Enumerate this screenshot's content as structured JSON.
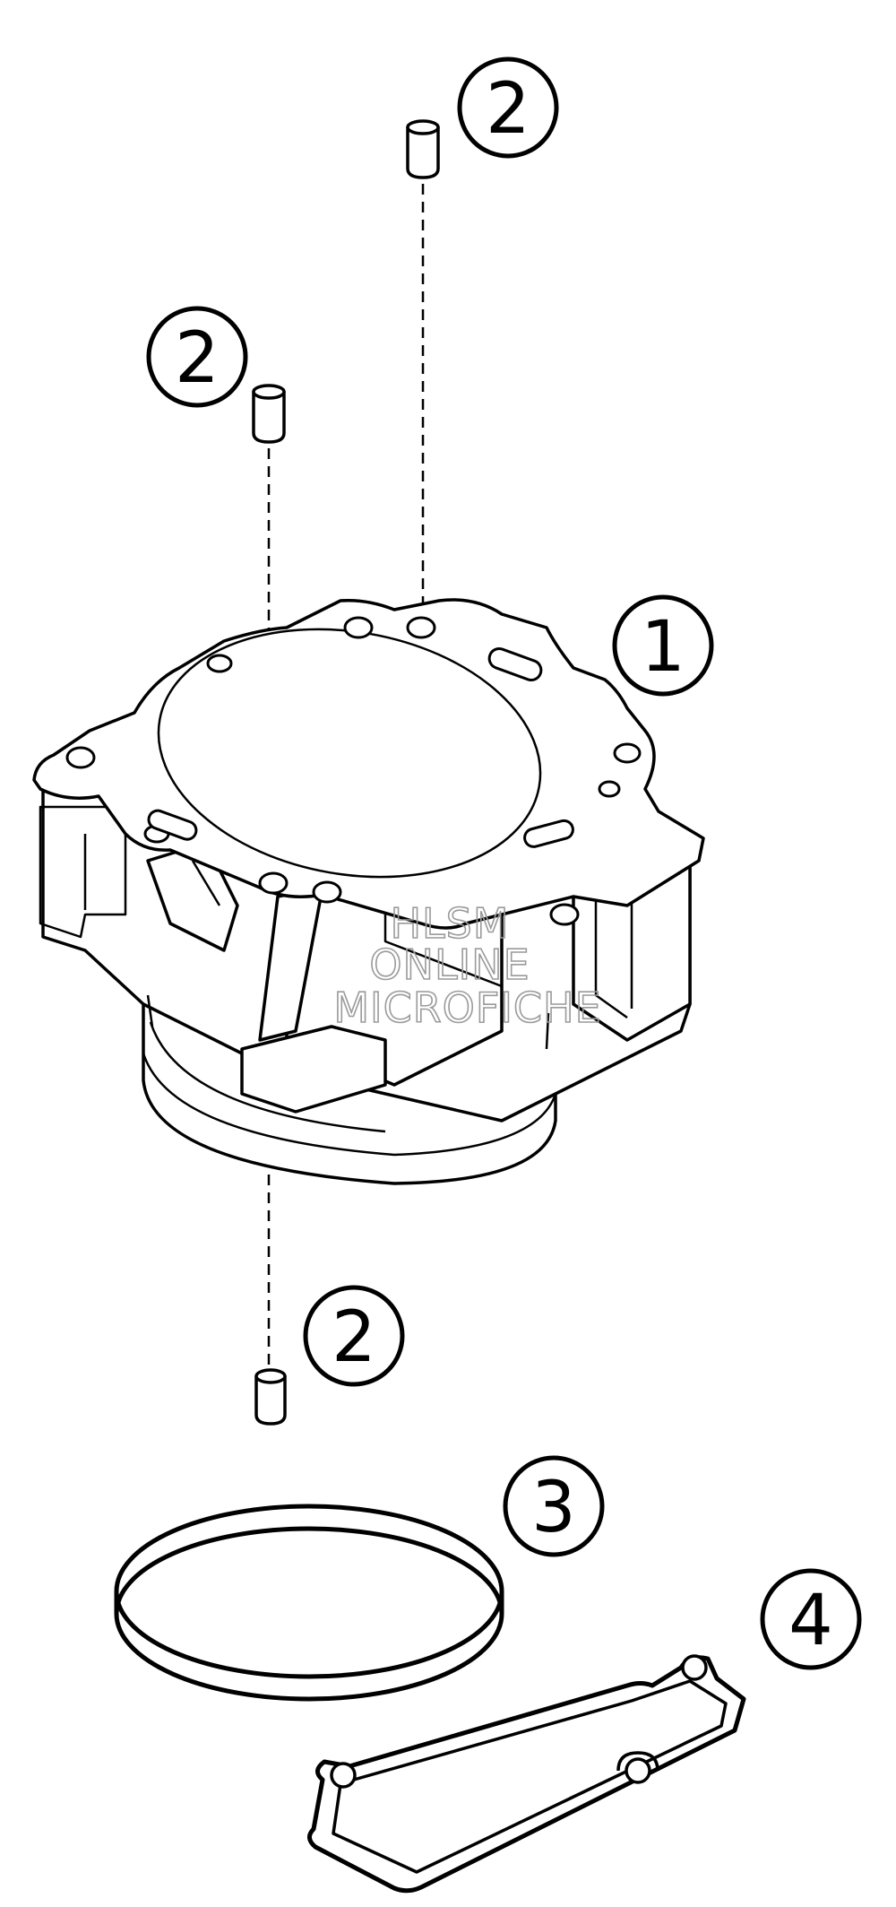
{
  "callouts": [
    {
      "label": "2"
    },
    {
      "label": "2"
    },
    {
      "label": "1"
    },
    {
      "label": "2"
    },
    {
      "label": "3"
    },
    {
      "label": "4"
    }
  ],
  "watermark": {
    "line1": "HLSM",
    "line2": "ONLINE",
    "line3": "MICROFICHE"
  }
}
